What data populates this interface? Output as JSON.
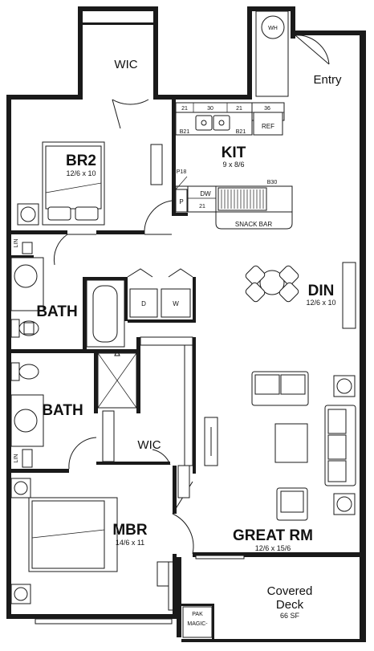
{
  "rooms": {
    "wic_top": {
      "name": "WIC"
    },
    "entry": {
      "name": "Entry"
    },
    "br2": {
      "name": "BR2",
      "dims": "12/6 x 10"
    },
    "kit": {
      "name": "KIT",
      "dims": "9 x 8/6"
    },
    "din": {
      "name": "DIN",
      "dims": "12/6 x 10"
    },
    "bath1": {
      "name": "BATH"
    },
    "bath2": {
      "name": "BATH"
    },
    "wic_mbr": {
      "name": "WIC"
    },
    "mbr": {
      "name": "MBR",
      "dims": "14/6 x 11"
    },
    "great_rm": {
      "name": "GREAT RM",
      "dims": "12/6 x 15/6"
    },
    "deck": {
      "line1": "Covered",
      "line2": "Deck",
      "dims": "66 SF"
    }
  },
  "fixtures": {
    "wh": "WH",
    "ref": "REF",
    "dw": "DW",
    "pantry": "P",
    "snack_bar": "SNACK BAR",
    "washer": "W",
    "dryer": "D",
    "lin_top": "LIN",
    "lin_bottom": "LIN",
    "pak": "PAK",
    "magic": "MAGIC-"
  },
  "cabinet_codes": {
    "upper_21a": "21",
    "upper_30": "30",
    "upper_21b": "21",
    "upper_36": "36",
    "base_b21a": "B21",
    "base_b21b": "B21",
    "p18": "P18",
    "base_21": "21",
    "b30": "B30"
  }
}
